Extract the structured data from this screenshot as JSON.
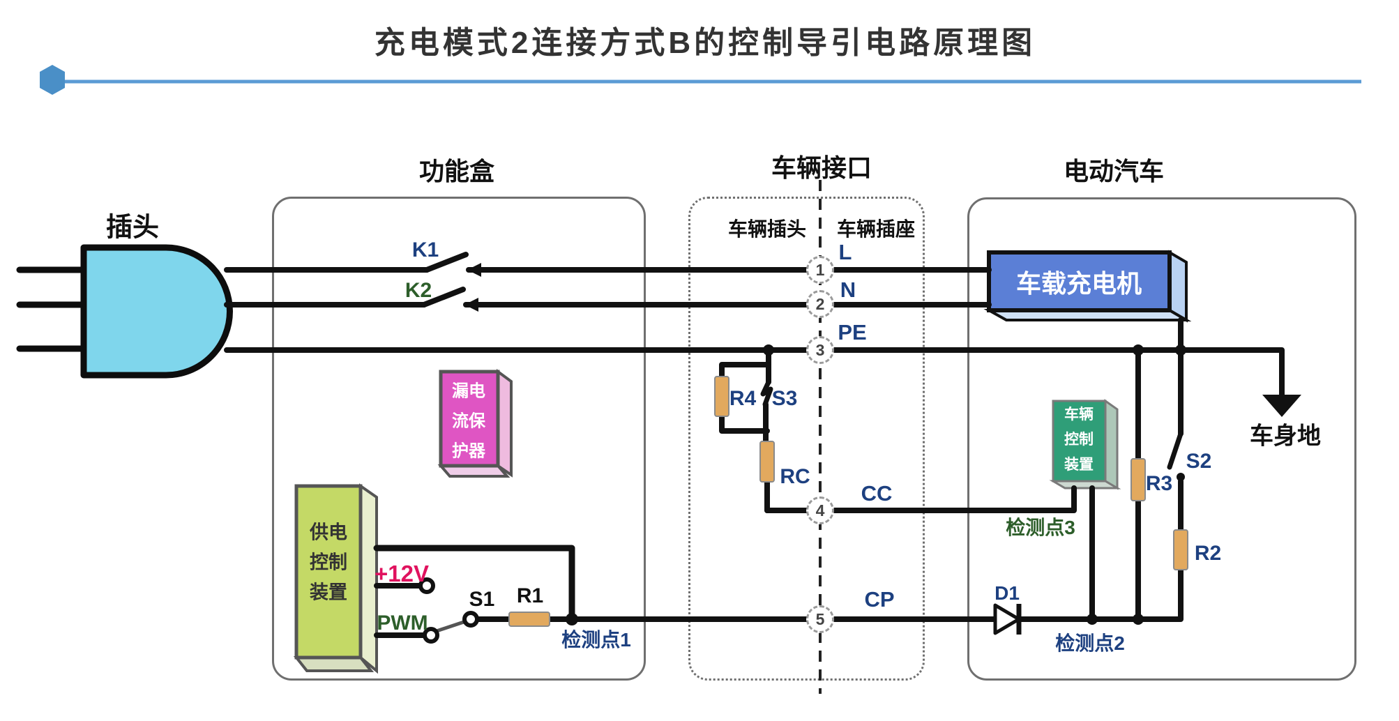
{
  "title": "充电模式2连接方式B的控制导引电路原理图",
  "sections": {
    "plug_label": "插头",
    "function_box_label": "功能盒",
    "vehicle_interface_label": "车辆接口",
    "ev_label": "电动汽车",
    "vehicle_plug_label": "车辆插头",
    "vehicle_socket_label": "车辆插座"
  },
  "pins": [
    {
      "number": "1",
      "name": "L"
    },
    {
      "number": "2",
      "name": "N"
    },
    {
      "number": "3",
      "name": "PE"
    },
    {
      "number": "4",
      "name": "CC"
    },
    {
      "number": "5",
      "name": "CP"
    }
  ],
  "components": {
    "k1": "K1",
    "k2": "K2",
    "leakage_protector_lines": [
      "漏电",
      "流保",
      "护器"
    ],
    "supply_control_lines": [
      "供电",
      "控制",
      "装置"
    ],
    "plus_12v": "+12V",
    "pwm": "PWM",
    "s1": "S1",
    "r1": "R1",
    "test_point_1": "检测点1",
    "r4": "R4",
    "s3": "S3",
    "rc": "RC",
    "onboard_charger": "车载充电机",
    "vehicle_control_lines": [
      "车辆",
      "控制",
      "装置"
    ],
    "test_point_3": "检测点3",
    "d1": "D1",
    "test_point_2": "检测点2",
    "s2": "S2",
    "r3": "R3",
    "r2": "R2",
    "body_ground": "车身地"
  },
  "colors": {
    "divider_blue": "#5b9bd5",
    "hexagon_blue": "#4a8fc7",
    "wire_black": "#111111",
    "label_navy": "#1d4080",
    "label_dark_green": "#2d5e2a",
    "label_crimson": "#e0125e",
    "resistor_tan": "#e2a95e",
    "plug_cyan": "#7fd6ec",
    "charger_blue": "#5b7fd6",
    "charger_side_blue": "#b9d2f2",
    "protector_magenta": "#df55c3",
    "protector_side_pink": "#efbbdf",
    "supply_green": "#c4d966",
    "vehicle_ctrl_teal": "#2f9e78",
    "box_border_gray": "#6f6f6f"
  }
}
